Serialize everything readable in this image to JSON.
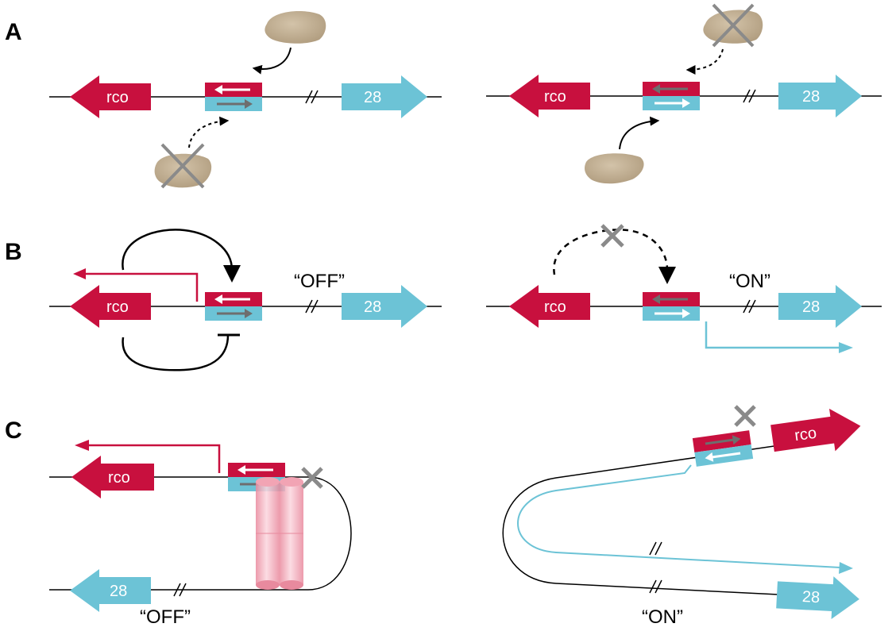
{
  "panels": [
    {
      "label": "A"
    },
    {
      "label": "B"
    },
    {
      "label": "C"
    }
  ],
  "genes": {
    "rco": "rco",
    "gene28": "28"
  },
  "states": {
    "off": "“OFF”",
    "on": "“ON”"
  },
  "colors": {
    "rco_red": "#c8103e",
    "gene28_cyan": "#6cc3d6",
    "protein_tan": "#c2b096",
    "cross_gray": "#8a8a8a",
    "nucleoid_pink": "#f4b6c2"
  }
}
